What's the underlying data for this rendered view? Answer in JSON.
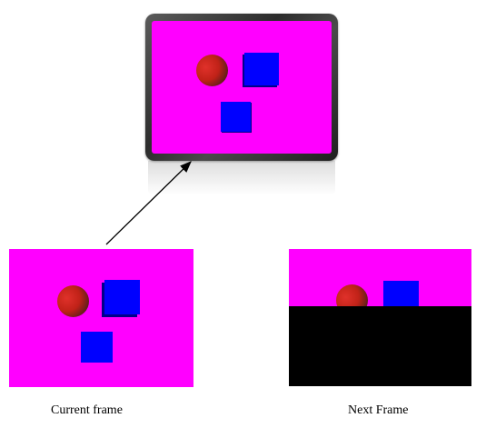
{
  "labels": {
    "current_frame": "Current frame",
    "next_frame": "Next Frame"
  },
  "colors": {
    "screen": "#ff00ff",
    "cube": "#0000ff",
    "cube_dark": "#00008a",
    "ball_light": "#e0312a",
    "ball_dark": "#1c1c1c",
    "empty_area": "#000000",
    "arrow": "#000000"
  },
  "icons": {
    "sphere": "red-sphere",
    "cube": "blue-cube",
    "arrow": "diagonal-arrow"
  }
}
